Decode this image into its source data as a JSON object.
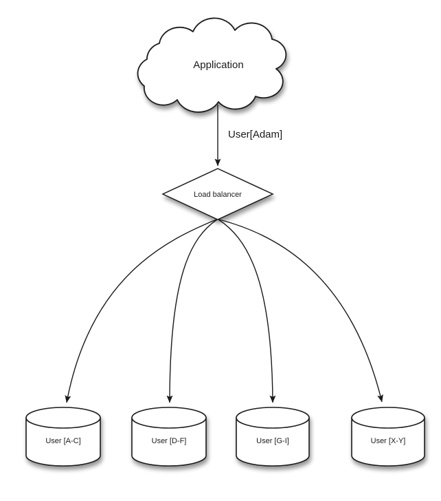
{
  "diagram": {
    "title": "Load balanced user sharding diagram",
    "background_color": "#ffffff",
    "stroke_color": "#1a1a1a",
    "fill_color": "#ffffff",
    "nodes": {
      "cloud": {
        "label": "Application",
        "shape": "cloud",
        "icon": "cloud-icon"
      },
      "diamond": {
        "label": "Load balancer",
        "shape": "diamond",
        "icon": "diamond-icon"
      },
      "databases": [
        {
          "label": "User [A-C]",
          "shape": "cylinder",
          "icon": "database-cylinder-icon"
        },
        {
          "label": "User [D-F]",
          "shape": "cylinder",
          "icon": "database-cylinder-icon"
        },
        {
          "label": "User [G-I]",
          "shape": "cylinder",
          "icon": "database-cylinder-icon"
        },
        {
          "label": "User [X-Y]",
          "shape": "cylinder",
          "icon": "database-cylinder-icon"
        }
      ]
    },
    "edges": [
      {
        "from": "Application",
        "to": "Load balancer",
        "label": "User[Adam]",
        "style": "straight-arrow"
      },
      {
        "from": "Load balancer",
        "to": "User [A-C]",
        "label": "",
        "style": "curved-arrow"
      },
      {
        "from": "Load balancer",
        "to": "User [D-F]",
        "label": "",
        "style": "curved-arrow"
      },
      {
        "from": "Load balancer",
        "to": "User [G-I]",
        "label": "",
        "style": "curved-arrow"
      },
      {
        "from": "Load balancer",
        "to": "User [X-Y]",
        "label": "",
        "style": "curved-arrow"
      }
    ]
  }
}
